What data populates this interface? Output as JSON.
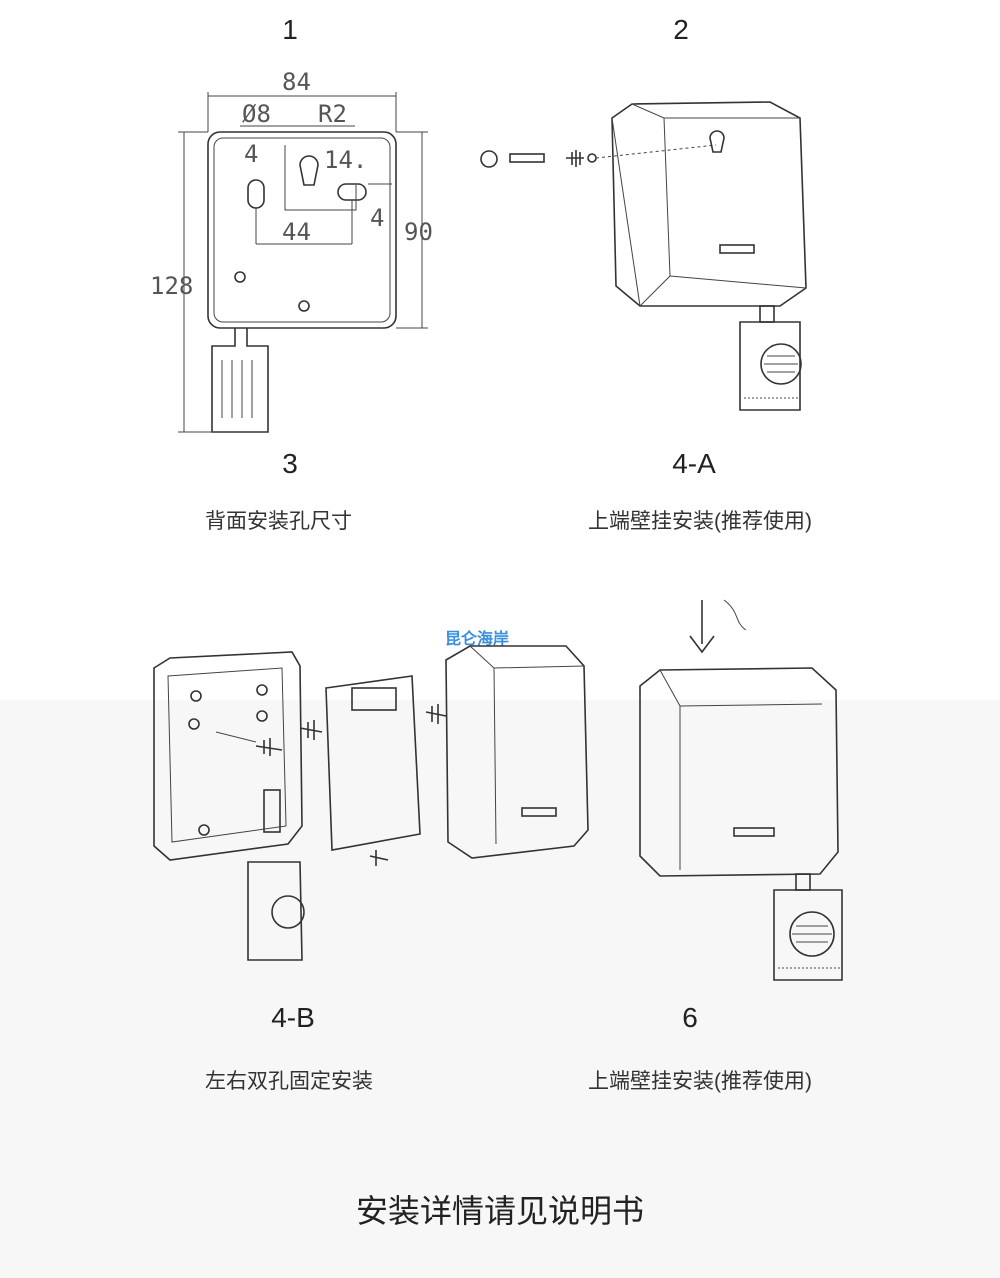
{
  "steps": {
    "s1": "1",
    "s2": "2",
    "s3": "3",
    "s4a": "4-A",
    "s4b": "4-B",
    "s6": "6"
  },
  "captions": {
    "back_dimensions": "背面安装孔尺寸",
    "top_wall_mount_a": "上端壁挂安装(推荐使用)",
    "left_right_holes": "左右双孔固定安装",
    "top_wall_mount_b": "上端壁挂安装(推荐使用)"
  },
  "dimensions": {
    "width": "84",
    "diameter": "Ø8",
    "radius": "R2",
    "offset_a": "4",
    "offset_b": "14.",
    "offset_c": "4",
    "hole_span": "44",
    "height_body": "90",
    "height_total": "128"
  },
  "watermark": "昆仑海岸",
  "footer": "安装详情请见说明书"
}
